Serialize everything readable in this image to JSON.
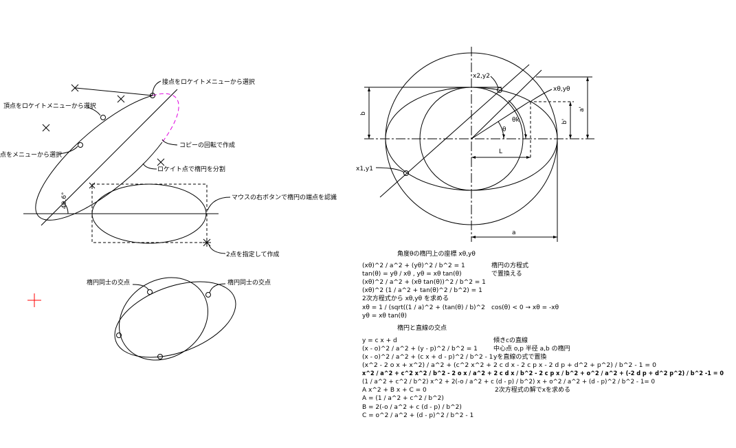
{
  "left_labels": {
    "tangent_point": "接点をロケイトメニューから選択",
    "vertex": "頂点をロケイトメニューから選択",
    "point_menu": "点をメニューから選択",
    "copy_rotate": "コピーの回転で作成",
    "split": "ロケイト点で楕円を分割",
    "mouse_right": "マウスの右ボタンで楕円の端点を認識",
    "two_points": "2点を指定して作成",
    "angle": "40.6°",
    "intersection_left": "楕円同士の交点",
    "intersection_right": "楕円同士の交点"
  },
  "right_labels": {
    "x2y2": "x2,y2",
    "x1y1": "x1,y1",
    "xtheta": "xθ,yθ",
    "theta": "θ",
    "theta_k": "θk",
    "L": "L",
    "a": "a",
    "b": "b",
    "b_prime": "b'",
    "a_prime": "a'"
  },
  "formulas1": {
    "title": "角度θの楕円上の座標 xθ,yθ",
    "lines": [
      "(xθ)^2 / a^2 + (yθ)^2 / b^2 = 1",
      "tan(θ) = yθ / xθ , yθ = xθ tan(θ)",
      "(xθ)^2 / a^2 + (xθ tan(θ))^2 / b^2 = 1",
      "(xθ)^2 (1 / a^2 + tan(θ)^2 / b^2) = 1",
      "2次方程式から xθ,yθ を求める",
      "xθ = 1 / (sqrt((1 / a)^2 + (tan(θ) / b)^2",
      "yθ = xθ tan(θ)"
    ],
    "note_equation": "楕円の方程式",
    "note_replace": "で置換える",
    "note_cos": "cos(θ) < 0 →  xθ = -xθ"
  },
  "formulas2": {
    "title": "楕円と直線の交点",
    "lines": [
      "y = c x + d",
      "(x - o)^2 / a^2 + (y - p)^2 / b^2 = 1",
      "(x - o)^2 / a^2 + (c x + d - p)^2 / b^2 - 1",
      "(x^2 - 2 o x + x^2) / a^2 + (c^2 x^2 + 2 c d x - 2 c p x - 2 d p + d^2 + p^2) / b^2 - 1 = 0",
      "x^2 / a^2 + c^2 x^2 / b^2 - 2 o x / a^2 + 2 c d x / b^2 - 2 c p x / b^2 + o^2 / a^2 + (-2 d p + d^2 p^2) / b^2 -1 = 0",
      "(1 / a^2 + c^2 / b^2) x^2 + 2(-o / a^2 + c (d - p) / b^2) x + o^2 / a^2 + (d - p)^2 / b^2 - 1= 0",
      "A x^2 + B x + C = 0",
      "A = (1 / a^2 + c^2 / b^2)",
      "B = 2(-o / a^2 + c (d - p) / b^2)",
      "C =  o^2 / a^2 + (d - p)^2 / b^2 - 1"
    ],
    "note_slope": "傾きcの直線",
    "note_center": "中心点 o,p 半径 a,b の楕円",
    "note_subst": "yを直線の式で置換",
    "note_solve": "2次方程式の解でxを求める"
  },
  "colors": {
    "magenta": "#e000e0",
    "cursor": "#ff0000",
    "line": "#000000"
  }
}
